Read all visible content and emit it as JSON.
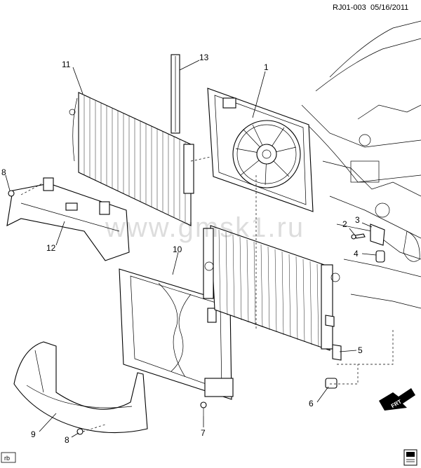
{
  "header": {
    "code": "RJ01-003",
    "date": "05/16/2011"
  },
  "watermark": "www.gmsk1.ru",
  "footer": {
    "tag": "rb"
  },
  "direction_label": "FRT",
  "callouts": {
    "c1": "1",
    "c2": "2",
    "c3": "3",
    "c4": "4",
    "c5": "5",
    "c6": "6",
    "c7": "7",
    "c8a": "8",
    "c8b": "8",
    "c9": "9",
    "c10": "10",
    "c11": "11",
    "c12": "12",
    "c13": "13"
  }
}
